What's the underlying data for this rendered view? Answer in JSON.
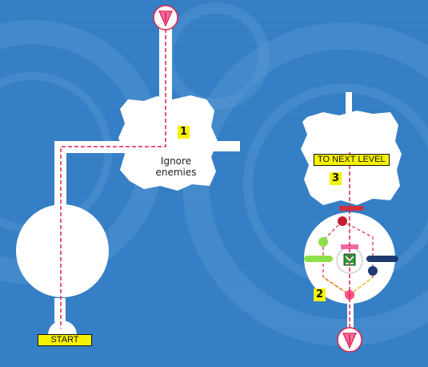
{
  "map": {
    "colors": {
      "background": "#2f7bc4",
      "background_dark": "#1f5d9e",
      "room": "#ffffff",
      "path": "#e0204a",
      "label_bg": "#f7f200",
      "door_red": "#d0303c",
      "door_pink": "#f06aa0",
      "dot_red": "#c81e2e",
      "dot_green": "#8ee04a",
      "dot_navy": "#1e3a6e",
      "dot_pink": "#ff4f86",
      "dashed_yellow": "#e8d200",
      "item_green": "#2a9a3a"
    },
    "labels": {
      "start": "START",
      "next_level": "TO NEXT LEVEL",
      "step_1": "1",
      "step_2": "2",
      "step_3": "3",
      "note_room_1": "Ignore\nenemies"
    },
    "icons": {
      "entry_marker": "down-arrow-icon",
      "exit_marker": "down-arrow-icon",
      "item": "item-box-icon"
    }
  }
}
